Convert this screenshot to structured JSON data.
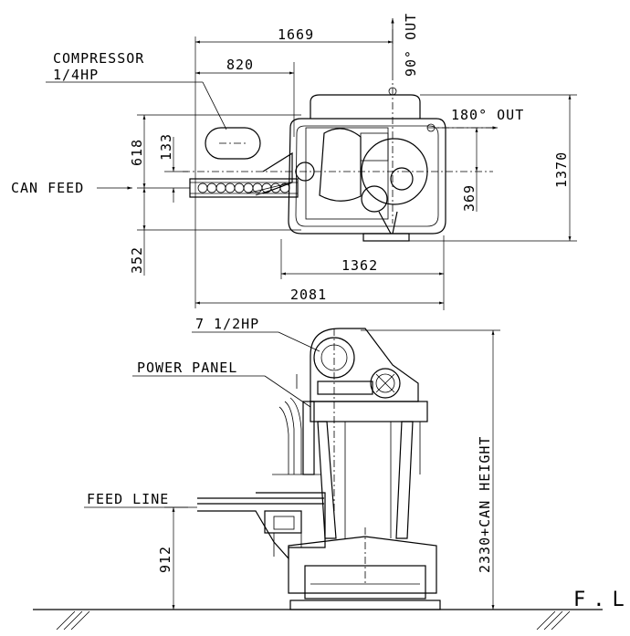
{
  "plan_view": {
    "dimensions": {
      "overall_feed_width": "1669",
      "compressor_offset": "820",
      "machine_width": "1362",
      "overall_width": "2081",
      "top_offset": "618",
      "feed_offset": "133",
      "bottom_offset": "352",
      "outlet_offset": "369",
      "overall_depth": "1370"
    },
    "labels": {
      "compressor_line1": "COMPRESSOR",
      "compressor_line2": "1/4HP",
      "can_feed": "CAN FEED",
      "out_90": "90° OUT",
      "out_180": "180° OUT"
    }
  },
  "elevation_view": {
    "labels": {
      "motor": "7 1/2HP",
      "power_panel": "POWER PANEL",
      "feed_line": "FEED LINE",
      "floor_line": "F.L"
    },
    "dimensions": {
      "feed_height": "912",
      "total_height": "2330+CAN HEIGHT"
    }
  },
  "colors": {
    "line": "#000000",
    "background": "#ffffff"
  }
}
